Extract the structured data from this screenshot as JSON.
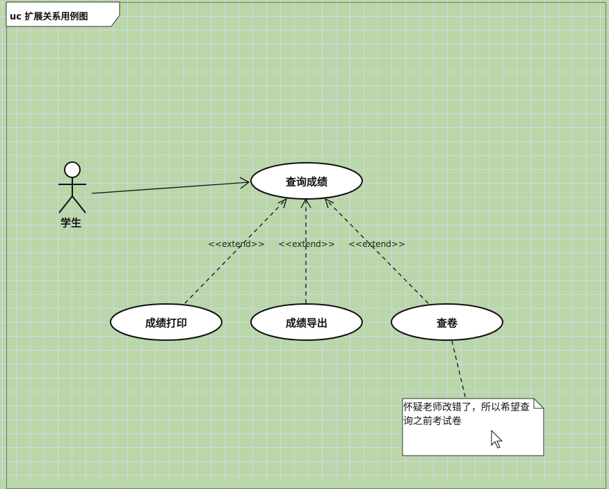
{
  "diagram": {
    "frame_title": "uc 扩展关系用例图",
    "actor": {
      "name": "学生"
    },
    "use_cases": {
      "main": "查询成绩",
      "print": "成绩打印",
      "export": "成绩导出",
      "review": "查卷"
    },
    "relations": {
      "extend_1": "<<extend>>",
      "extend_2": "<<extend>>",
      "extend_3": "<<extend>>"
    },
    "note": "怀疑老师改错了，所以希望查询之前考试卷"
  },
  "colors": {
    "background": "#b9d7a8",
    "grid": "#d6d6f0",
    "usecase_fill": "#ffffff",
    "stroke": "#111111"
  }
}
